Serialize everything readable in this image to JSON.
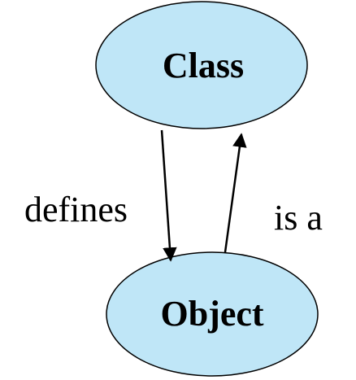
{
  "nodes": {
    "class": {
      "label": "Class"
    },
    "object": {
      "label": "Object"
    }
  },
  "edges": {
    "defines": {
      "label": "defines",
      "from": "Class",
      "to": "Object"
    },
    "is_a": {
      "label": "is a",
      "from": "Object",
      "to": "Class"
    }
  },
  "colors": {
    "node_fill": "#bfe6f7",
    "node_stroke": "#000000",
    "edge_stroke": "#000000",
    "text": "#000000"
  }
}
